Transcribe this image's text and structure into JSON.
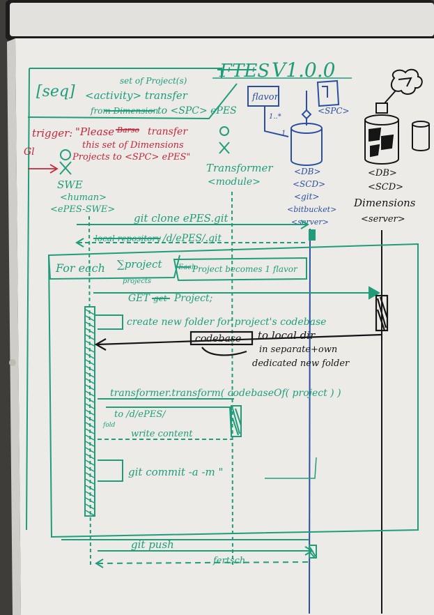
{
  "title": "FTES V1.0.0",
  "title_struck": "FTES",
  "title_version": "V1.0.0",
  "frame": {
    "tag": "[seq]",
    "line1": "<activity> transfer",
    "line1_above": "set of Project(s)",
    "line2_struck": "from Dimension",
    "line2": "to <SPC> ePES"
  },
  "trigger": {
    "label": "trigger:",
    "text1": "\"Please",
    "text1_struck": "Barso",
    "text1_end": "transfer",
    "text2": "this set of Dimensions",
    "text3": "Projects to <SPC> ePES\"",
    "gl": "Gl"
  },
  "lifelines": {
    "swe": {
      "name": "SWE",
      "stereo1": "<human>",
      "stereo2": "<ePES-SWE>"
    },
    "transformer": {
      "name": "Transformer",
      "stereo": "<module>"
    },
    "db": {
      "box_label": "flavor",
      "multiplicity": "1..*",
      "multiplicity_one": "1",
      "spc_label": "<SPC>",
      "l1": "<DB>",
      "l2": "<SCD>",
      "l3": "<git>",
      "l4": "<bitbucket>",
      "l5": "<server>"
    },
    "dimensions": {
      "l1": "<DB>",
      "l2": "<SCD>",
      "l3": "Dimensions",
      "l4": "<server>"
    }
  },
  "messages": {
    "git_clone": "git clone ePES.git",
    "clone_return_struck": "local repository",
    "clone_return": "/d/ePES/.git",
    "foreach": "For each",
    "foreach_var": "∑project",
    "foreach_sub": "projects",
    "foreach_note_struck": "Each",
    "foreach_note": "Project becomes 1 flavor",
    "get_project_pre": "GET",
    "get_project_struck": "get",
    "get_project": "Project;",
    "create_folder": "create new folder for project's codebase",
    "codebase": "codebase",
    "to_local": "to local dir",
    "in_separate1": "in separate+own",
    "in_separate2": "dedicated new folder",
    "transform_call": "transformer.transform( codebaseOf( project ) )",
    "to_folder": "to /d/ePES/",
    "folder_note": "fold",
    "write_content": "write content",
    "git_commit": "git commit -a -m \"",
    "git_push": "git push",
    "git_push_done": "fertsch"
  },
  "colors": {
    "paper": "#eceae6",
    "green": "#1f9d7b",
    "blue": "#2a4f9e",
    "black": "#151515",
    "red": "#c2283a",
    "clip": "#1b1b1b"
  }
}
